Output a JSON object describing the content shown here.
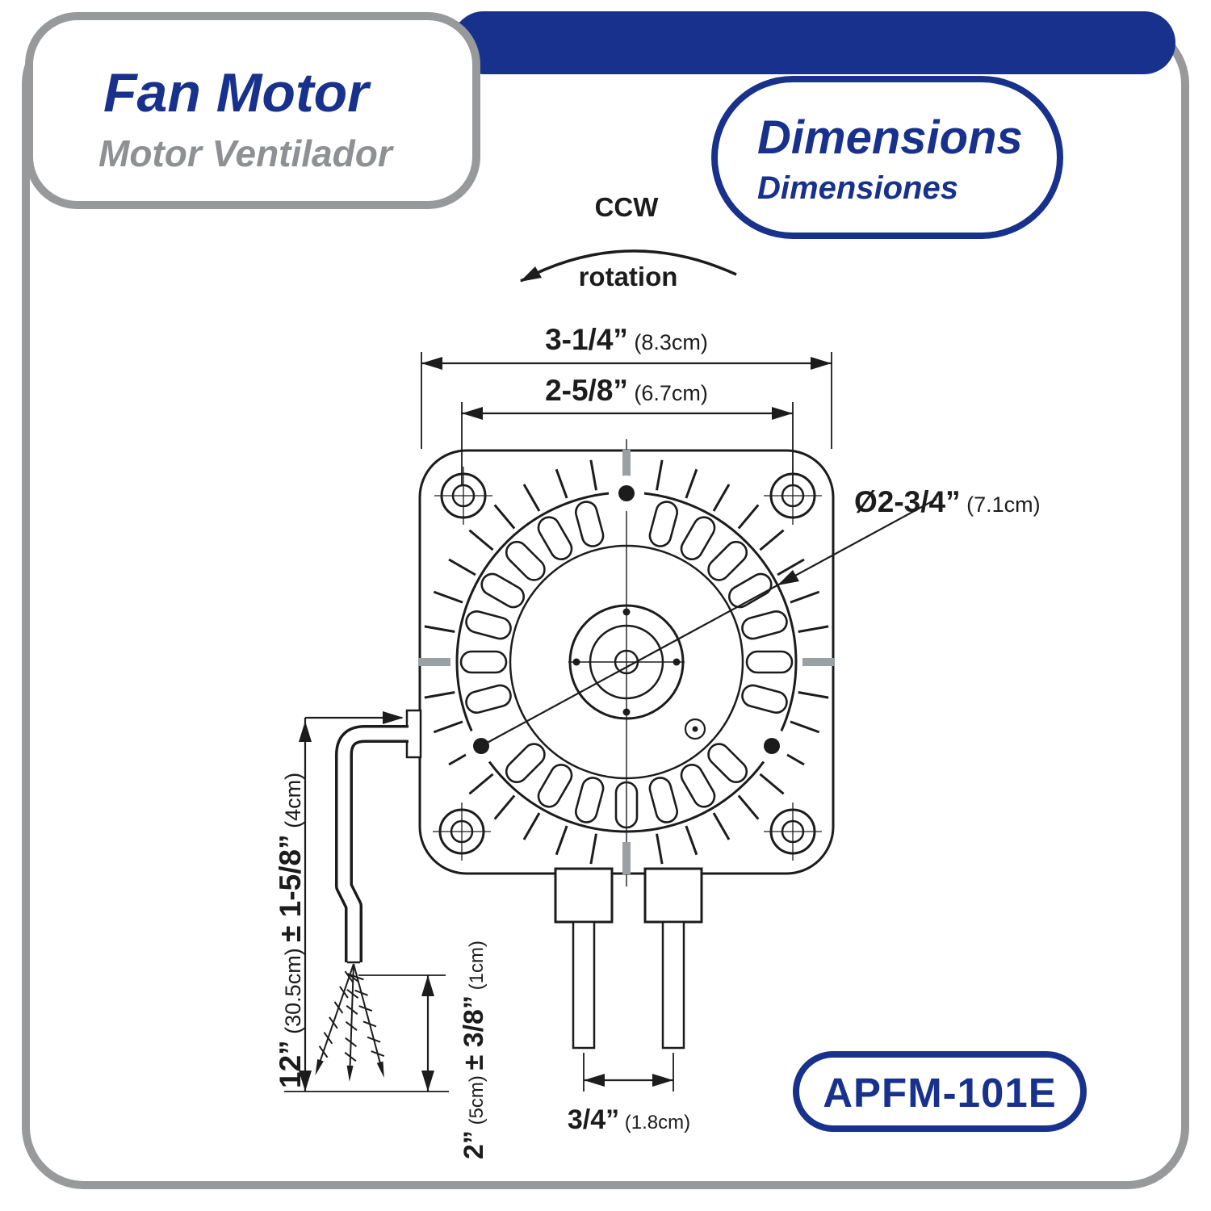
{
  "header": {
    "title": "Fan Motor",
    "subtitle": "Motor Ventilador"
  },
  "badge": {
    "title": "Dimensions",
    "subtitle": "Dimensiones"
  },
  "rotation": {
    "direction": "CCW",
    "label": "rotation"
  },
  "dims": {
    "outer_width": {
      "inch": "3-1/4”",
      "cm": " (8.3cm)"
    },
    "inner_width": {
      "inch": "2-5/8”",
      "cm": " (6.7cm)"
    },
    "diameter": {
      "inch": "Ø2-3/4”",
      "cm": " (7.1cm)"
    },
    "wire_length": {
      "inch": "12”",
      "cm": " (30.5cm) ",
      "tol_inch": "± 1-5/8”",
      "tol_cm": " (4cm)"
    },
    "strip_length": {
      "inch": "2”",
      "cm": " (5cm) ",
      "tol_inch": "± 3/8”",
      "tol_cm": " (1cm)"
    },
    "pin_spacing": {
      "inch": "3/4”",
      "cm": " (1.8cm)"
    }
  },
  "model": "APFM-101E",
  "colors": {
    "navy": "#17318c",
    "frame_gray": "#97999b",
    "subtitle_gray": "#8e9093",
    "line": "#1c1c1c"
  }
}
